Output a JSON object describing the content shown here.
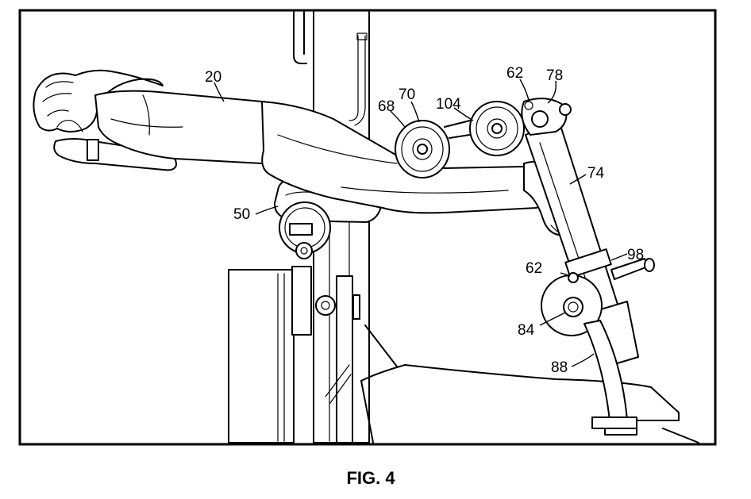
{
  "figure": {
    "caption": "FIG. 4",
    "labels": {
      "person": "20",
      "pad": "50",
      "weight_plate_a": "68",
      "weight_plate_b": "70",
      "bar": "104",
      "pin_top": "62",
      "pivot_top": "78",
      "arm": "74",
      "pin_bottom": "62",
      "collar": "98",
      "hub": "84",
      "support": "88"
    }
  }
}
